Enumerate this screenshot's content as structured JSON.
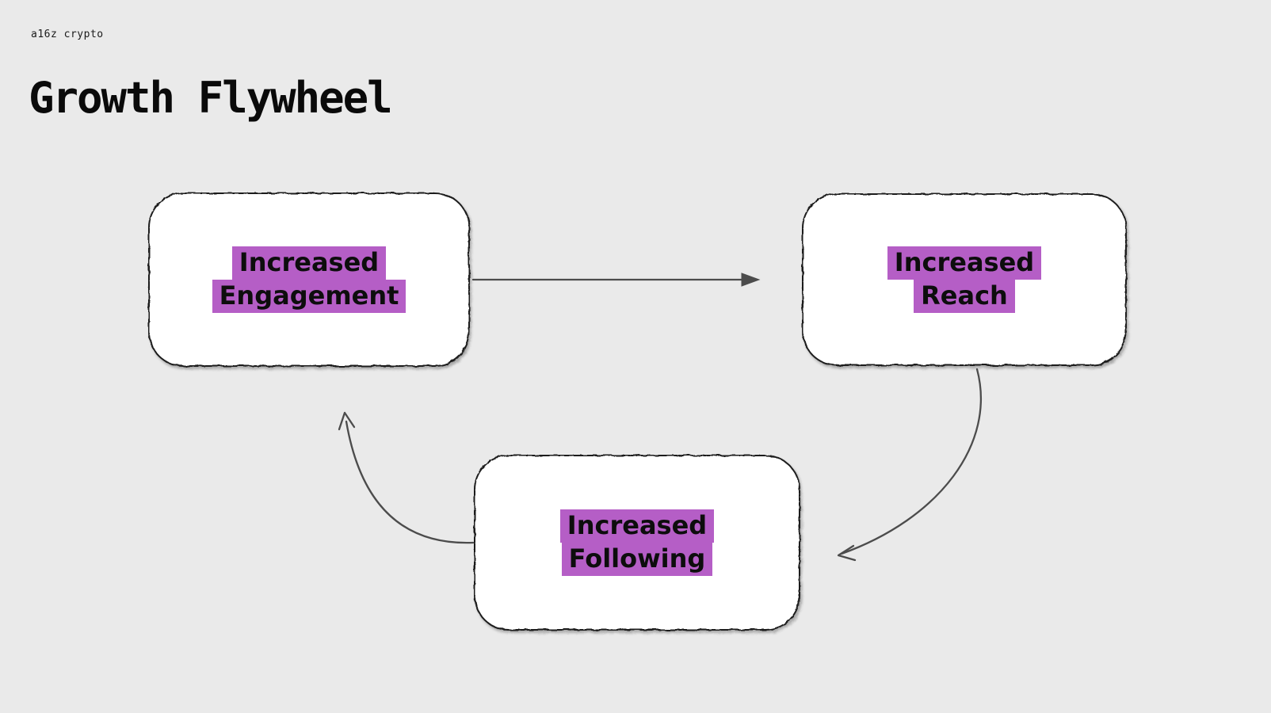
{
  "page": {
    "background_color": "#eaeaea"
  },
  "header": {
    "brand": "a16z crypto",
    "title": "Growth Flywheel"
  },
  "colors": {
    "highlight_purple": "#b55ec6",
    "box_fill": "#ffffff",
    "box_border": "#1e1e1e",
    "arrow_gray": "#4c4c4c",
    "text_black": "#0d0d0d"
  },
  "diagram": {
    "nodes": [
      {
        "id": "engagement",
        "lines": [
          "Increased",
          "Engagement"
        ]
      },
      {
        "id": "reach",
        "lines": [
          "Increased",
          "Reach"
        ]
      },
      {
        "id": "following",
        "lines": [
          "Increased",
          "Following"
        ]
      }
    ],
    "edges": [
      {
        "from": "engagement",
        "to": "reach",
        "style": "straight",
        "head": "filled-triangle"
      },
      {
        "from": "reach",
        "to": "following",
        "style": "curved",
        "head": "open-v"
      },
      {
        "from": "following",
        "to": "engagement",
        "style": "curved",
        "head": "open-v"
      }
    ]
  }
}
